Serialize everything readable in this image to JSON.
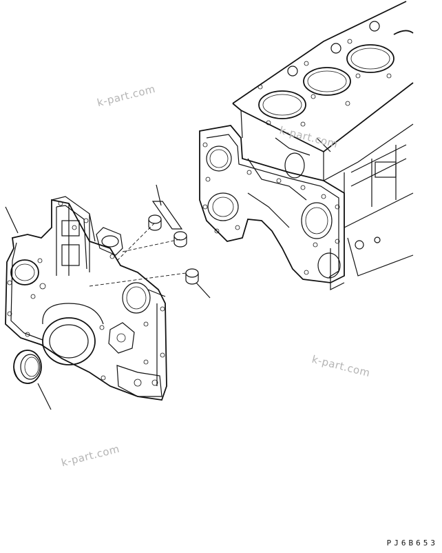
{
  "watermarks": [
    "k-part.com",
    "k-part.com",
    "k-part.com",
    "k-part.com"
  ],
  "drawing_code": "PJ6B653",
  "colors": {
    "line": "#111111",
    "watermark": "#b4b4b4",
    "background": "#ffffff"
  }
}
